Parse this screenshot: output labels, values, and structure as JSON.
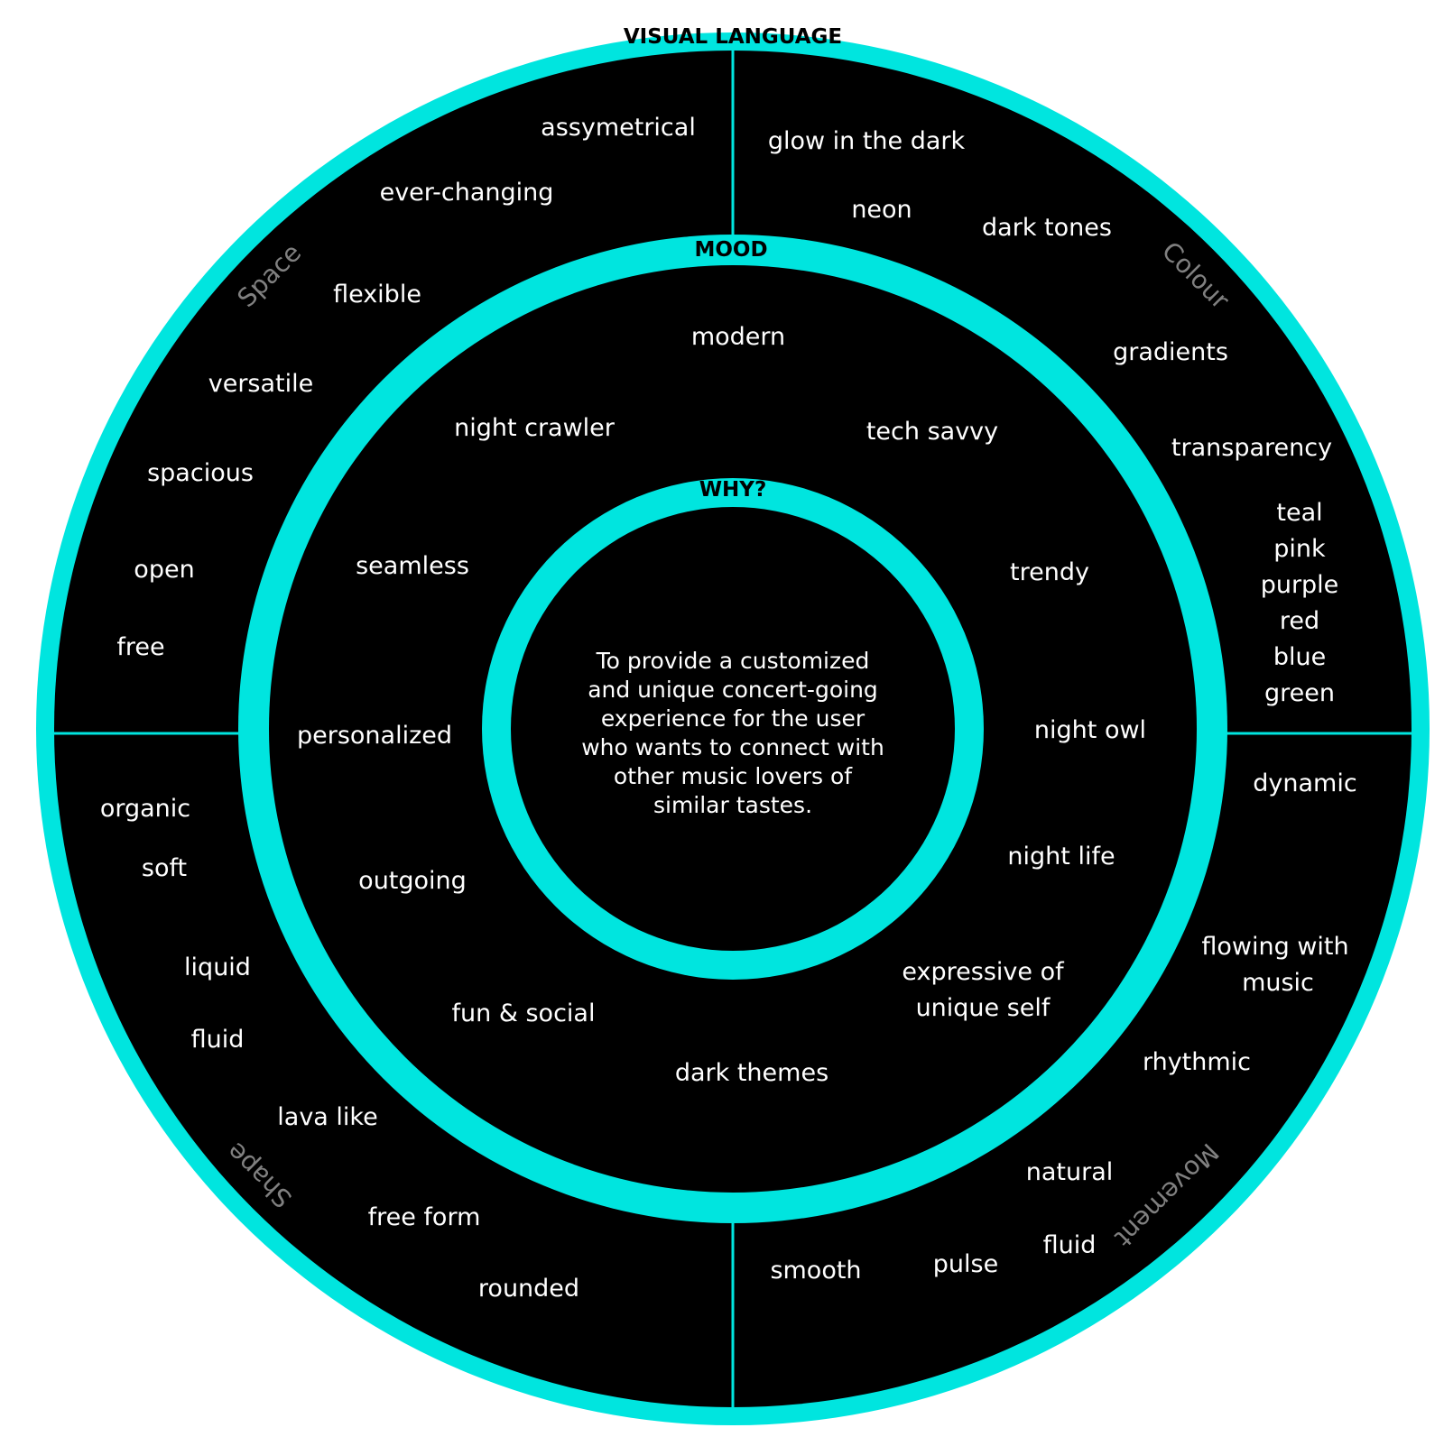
{
  "colors": {
    "ring": "#00e5df",
    "background": "#000000",
    "text": "#ffffff",
    "quadrant_label": "#808080"
  },
  "rings": {
    "outer_title": "VISUAL LANGUAGE",
    "middle_title": "MOOD",
    "inner_title": "WHY?"
  },
  "center": {
    "lines": [
      "To provide a customized",
      "and unique concert-going",
      "experience for the user",
      "who wants to connect with",
      "other music lovers of",
      "similar tastes."
    ]
  },
  "quadrants": {
    "space": {
      "label": "Space",
      "words": [
        "assymetrical",
        "ever-changing",
        "flexible",
        "versatile",
        "spacious",
        "open",
        "free"
      ]
    },
    "colour": {
      "label": "Colour",
      "words": [
        "glow in the dark",
        "neon",
        "dark tones",
        "gradients",
        "transparency",
        "teal",
        "pink",
        "purple",
        "red",
        "blue",
        "green"
      ]
    },
    "shape": {
      "label": "Shape",
      "words": [
        "organic",
        "soft",
        "liquid",
        "fluid",
        "lava like",
        "free form",
        "rounded"
      ]
    },
    "movement": {
      "label": "Movement",
      "words": [
        "dynamic",
        "flowing with",
        "music",
        "rhythmic",
        "natural",
        "fluid",
        "pulse",
        "smooth"
      ]
    }
  },
  "mood": {
    "words": [
      "modern",
      "night crawler",
      "tech savvy",
      "seamless",
      "trendy",
      "personalized",
      "night owl",
      "outgoing",
      "night life",
      "expressive of",
      "unique self",
      "fun & social",
      "dark themes"
    ]
  }
}
